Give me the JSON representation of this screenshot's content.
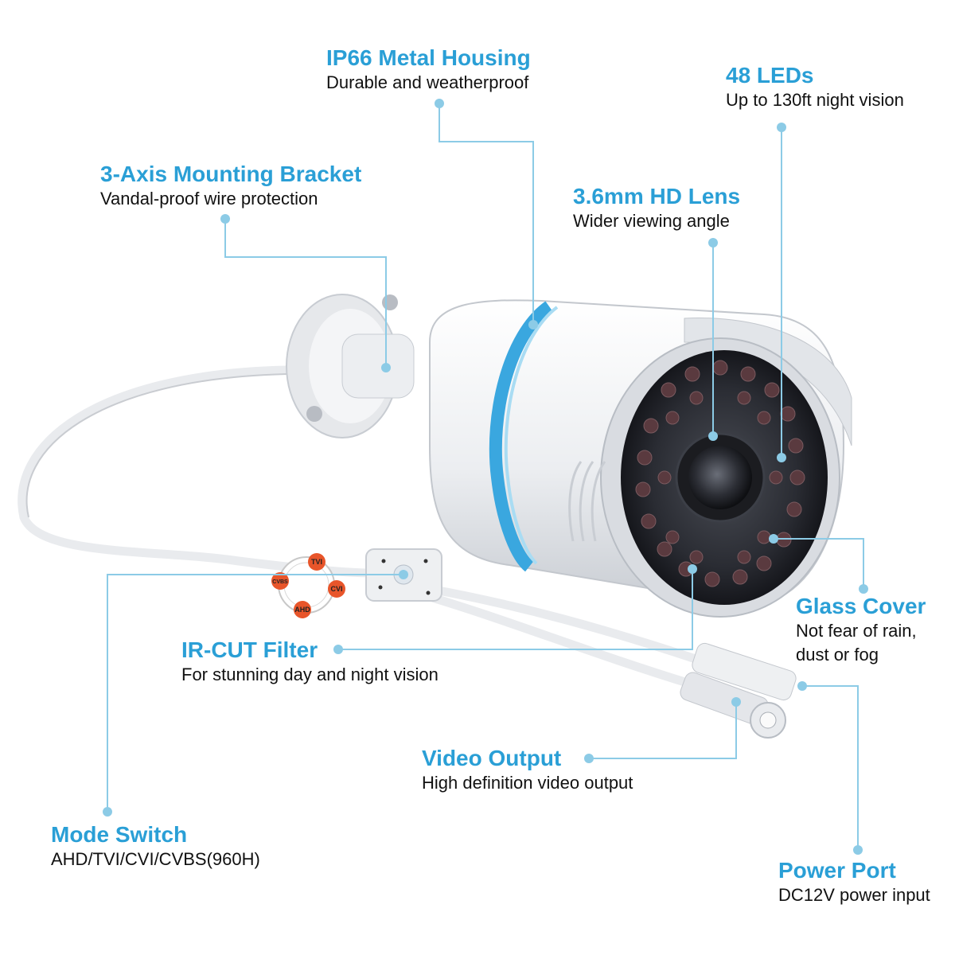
{
  "colors": {
    "accent": "#2a9fd6",
    "leader_line": "#8ccbe6",
    "camera_body": "#f2f3f5",
    "blue_ring": "#3aa7df",
    "badge_orange": "#e8552a"
  },
  "callouts": [
    {
      "id": "housing",
      "title": "IP66 Metal Housing",
      "desc": "Durable and weatherproof"
    },
    {
      "id": "leds",
      "title": "48 LEDs",
      "desc": "Up to 130ft night vision"
    },
    {
      "id": "bracket",
      "title": "3-Axis Mounting Bracket",
      "desc": "Vandal-proof wire protection"
    },
    {
      "id": "lens",
      "title": "3.6mm HD Lens",
      "desc": "Wider viewing angle"
    },
    {
      "id": "glass",
      "title": "Glass Cover",
      "desc": "Not fear of rain,",
      "desc2": "dust or fog"
    },
    {
      "id": "ircut",
      "title": "IR-CUT Filter",
      "desc": "For stunning day and night vision"
    },
    {
      "id": "video",
      "title": "Video Output",
      "desc": "High definition video output"
    },
    {
      "id": "mode",
      "title": "Mode Switch",
      "desc": "AHD/TVI/CVI/CVBS(960H)"
    },
    {
      "id": "power",
      "title": "Power Port",
      "desc": "DC12V power input"
    }
  ],
  "mode_badges": [
    "TVI",
    "CVI",
    "AHD",
    "CVBS"
  ]
}
